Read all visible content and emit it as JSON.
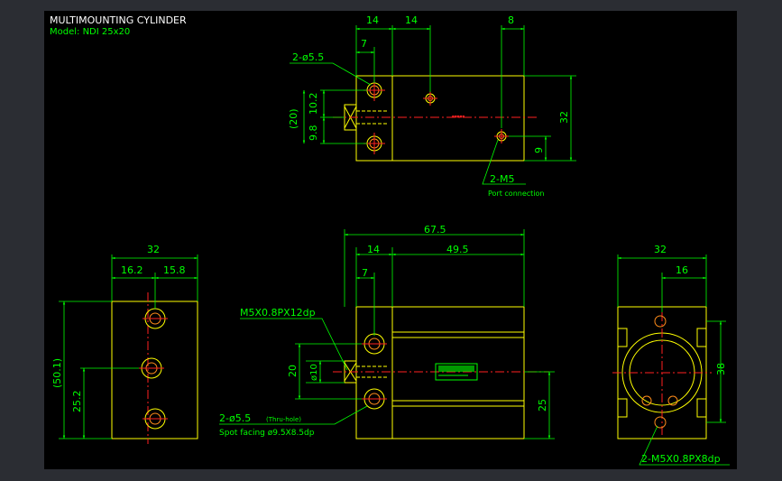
{
  "title": "MULTIMOUNTING CYLINDER",
  "model": "Model: NDI 25x20",
  "colors": {
    "background": "#000000",
    "outline": "#ffff00",
    "dimension": "#00ff00",
    "center": "#ff2020",
    "hole": "#ff8c1a",
    "frame": "#2b2d33"
  },
  "top_view": {
    "dim_14a": "14",
    "dim_14b": "14",
    "dim_8": "8",
    "dim_7": "7",
    "dim_10_2": "10.2",
    "dim_9_8": "9.8",
    "dim_20": "(20)",
    "dim_32": "32",
    "dim_9": "9",
    "hole_label": "2-ø5.5",
    "port_label": "2-M5",
    "port_note": "Port connection"
  },
  "left_view": {
    "dim_32": "32",
    "dim_16_2": "16.2",
    "dim_15_8": "15.8",
    "dim_50_1": "(50.1)",
    "dim_25_2": "25.2"
  },
  "front_view": {
    "dim_67_5": "67.5",
    "dim_14": "14",
    "dim_49_5": "49.5",
    "dim_7": "7",
    "dim_20": "20",
    "dim_phi10": "ø10",
    "dim_25": "25",
    "thread_label": "M5X0.8PX12dp",
    "hole_label_main": "2-ø5.5",
    "hole_label_note": "(Thru-hole)",
    "counterbore_label": "Spot facing  ø9.5X8.5dp"
  },
  "right_view": {
    "dim_32": "32",
    "dim_16": "16",
    "dim_38": "38",
    "thread_label": "2-M5X0.8PX8dp"
  }
}
